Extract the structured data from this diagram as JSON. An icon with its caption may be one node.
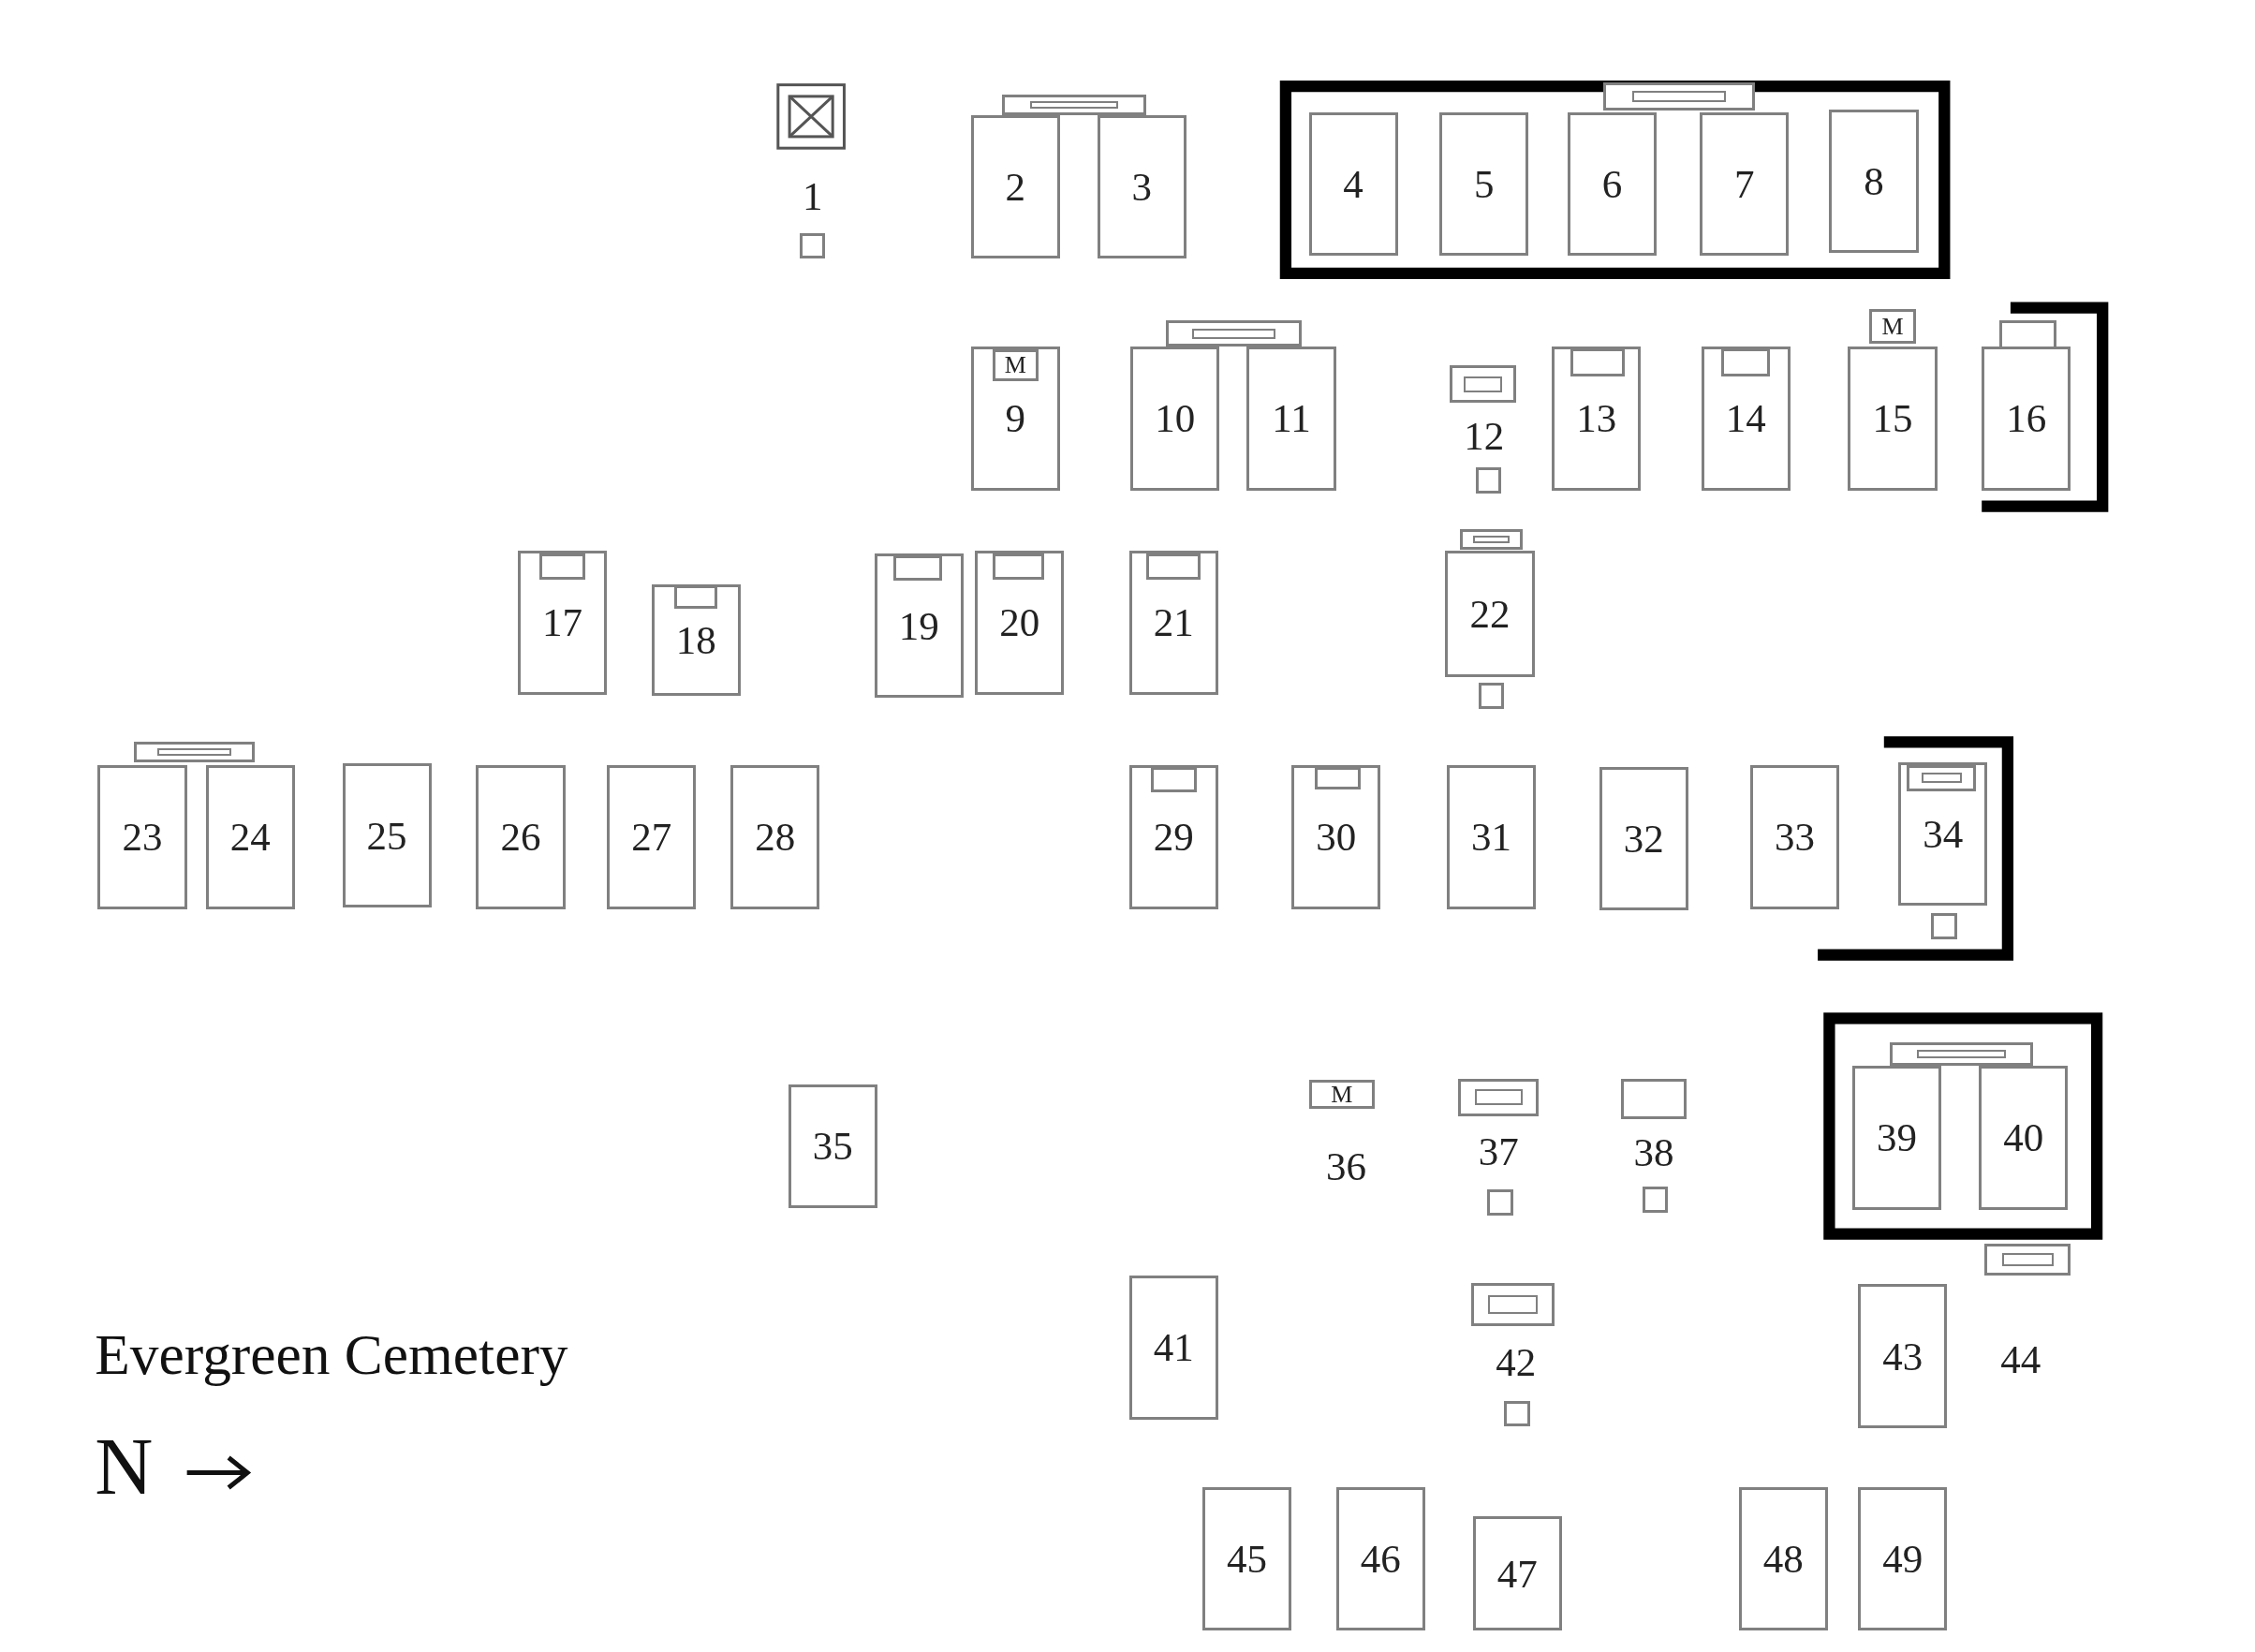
{
  "diagram": {
    "title": "Evergreen Cemetery",
    "nodes": [
      {
        "text": [
          "1"
        ]
      },
      {
        "text": [
          "2"
        ]
      },
      {
        "text": [
          "3"
        ]
      },
      {
        "text": [
          "4"
        ]
      },
      {
        "text": [
          "5"
        ]
      },
      {
        "text": [
          "6"
        ]
      },
      {
        "text": [
          "7"
        ]
      },
      {
        "text": [
          "8"
        ]
      },
      {
        "text": [
          "9"
        ]
      },
      {
        "text": [
          "10"
        ]
      },
      {
        "text": [
          "11"
        ]
      },
      {
        "text": [
          "12"
        ]
      },
      {
        "text": [
          "13"
        ]
      },
      {
        "text": [
          "14"
        ]
      },
      {
        "text": [
          "15"
        ]
      },
      {
        "text": [
          "16"
        ]
      },
      {
        "text": [
          "17"
        ]
      },
      {
        "text": [
          "18"
        ]
      },
      {
        "text": [
          "19"
        ]
      },
      {
        "text": [
          "20"
        ]
      },
      {
        "text": [
          "21"
        ]
      },
      {
        "text": [
          "22"
        ]
      },
      {
        "text": [
          "23"
        ]
      },
      {
        "text": [
          "24"
        ]
      },
      {
        "text": [
          "25"
        ]
      },
      {
        "text": [
          "26"
        ]
      },
      {
        "text": [
          "27"
        ]
      },
      {
        "text": [
          "28"
        ]
      },
      {
        "text": [
          "29"
        ]
      },
      {
        "text": [
          "30"
        ]
      },
      {
        "text": [
          "31"
        ]
      },
      {
        "text": [
          "32"
        ]
      },
      {
        "text": [
          "33"
        ]
      },
      {
        "text": [
          "34"
        ]
      },
      {
        "text": [
          "35"
        ]
      },
      {
        "text": [
          "36"
        ]
      },
      {
        "text": [
          "37"
        ]
      },
      {
        "text": [
          "38"
        ]
      },
      {
        "text": [
          "39"
        ]
      },
      {
        "text": [
          "40"
        ]
      },
      {
        "text": [
          "41"
        ]
      },
      {
        "text": [
          "42"
        ]
      },
      {
        "text": [
          "43"
        ]
      },
      {
        "text": [
          "44"
        ]
      },
      {
        "text": [
          "45"
        ]
      },
      {
        "text": [
          "46"
        ]
      },
      {
        "text": [
          "47"
        ]
      },
      {
        "text": [
          "48"
        ]
      },
      {
        "text": [
          "49"
        ]
      },
      {
        "text": [
          "M"
        ],
        "in": 8
      },
      {
        "text": [
          "M"
        ]
      },
      {
        "text": [
          "M"
        ]
      }
    ],
    "edges": [],
    "labels": [
      "N"
    ]
  }
}
